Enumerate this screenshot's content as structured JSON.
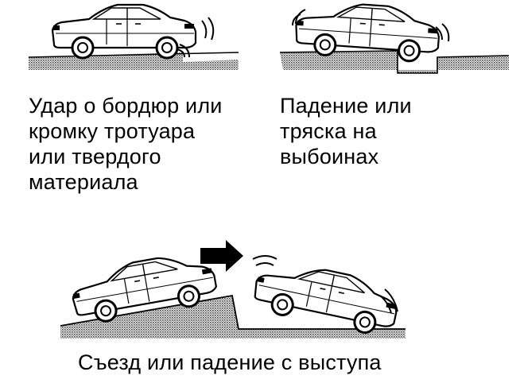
{
  "captions": {
    "curb": [
      "Удар о бордюр или",
      "кромку тротуара",
      "или твердого",
      "материала"
    ],
    "pothole": [
      "Падение или",
      "тряска на",
      "выбоинах"
    ],
    "ledge": "Съезд или падение с выступа"
  },
  "icons": {
    "arrow": "right-arrow-icon",
    "car": "car-icon"
  },
  "colors": {
    "ink": "#000000",
    "ground_fill": "#9a9a9a",
    "background": "#ffffff"
  }
}
